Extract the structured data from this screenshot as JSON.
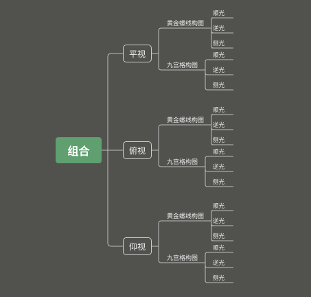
{
  "root": {
    "label": "组合"
  },
  "views": [
    {
      "label": "平视",
      "compositions": [
        {
          "label": "黄金螺线构图",
          "lights": [
            "顺光",
            "逆光",
            "侧光"
          ]
        },
        {
          "label": "九宫格构图",
          "lights": [
            "顺光",
            "逆光",
            "侧光"
          ]
        }
      ]
    },
    {
      "label": "俯视",
      "compositions": [
        {
          "label": "黄金螺线构图",
          "lights": [
            "顺光",
            "逆光",
            "侧光"
          ]
        },
        {
          "label": "九宫格构图",
          "lights": [
            "顺光",
            "逆光",
            "侧光"
          ]
        }
      ]
    },
    {
      "label": "仰视",
      "compositions": [
        {
          "label": "黄金螺线构图",
          "lights": [
            "顺光",
            "逆光",
            "侧光"
          ]
        },
        {
          "label": "九宫格构图",
          "lights": [
            "顺光",
            "逆光",
            "侧光"
          ]
        }
      ]
    }
  ],
  "colors": {
    "background": "#51524e",
    "root": "#5f9f70",
    "line": "#bdbdbd"
  }
}
